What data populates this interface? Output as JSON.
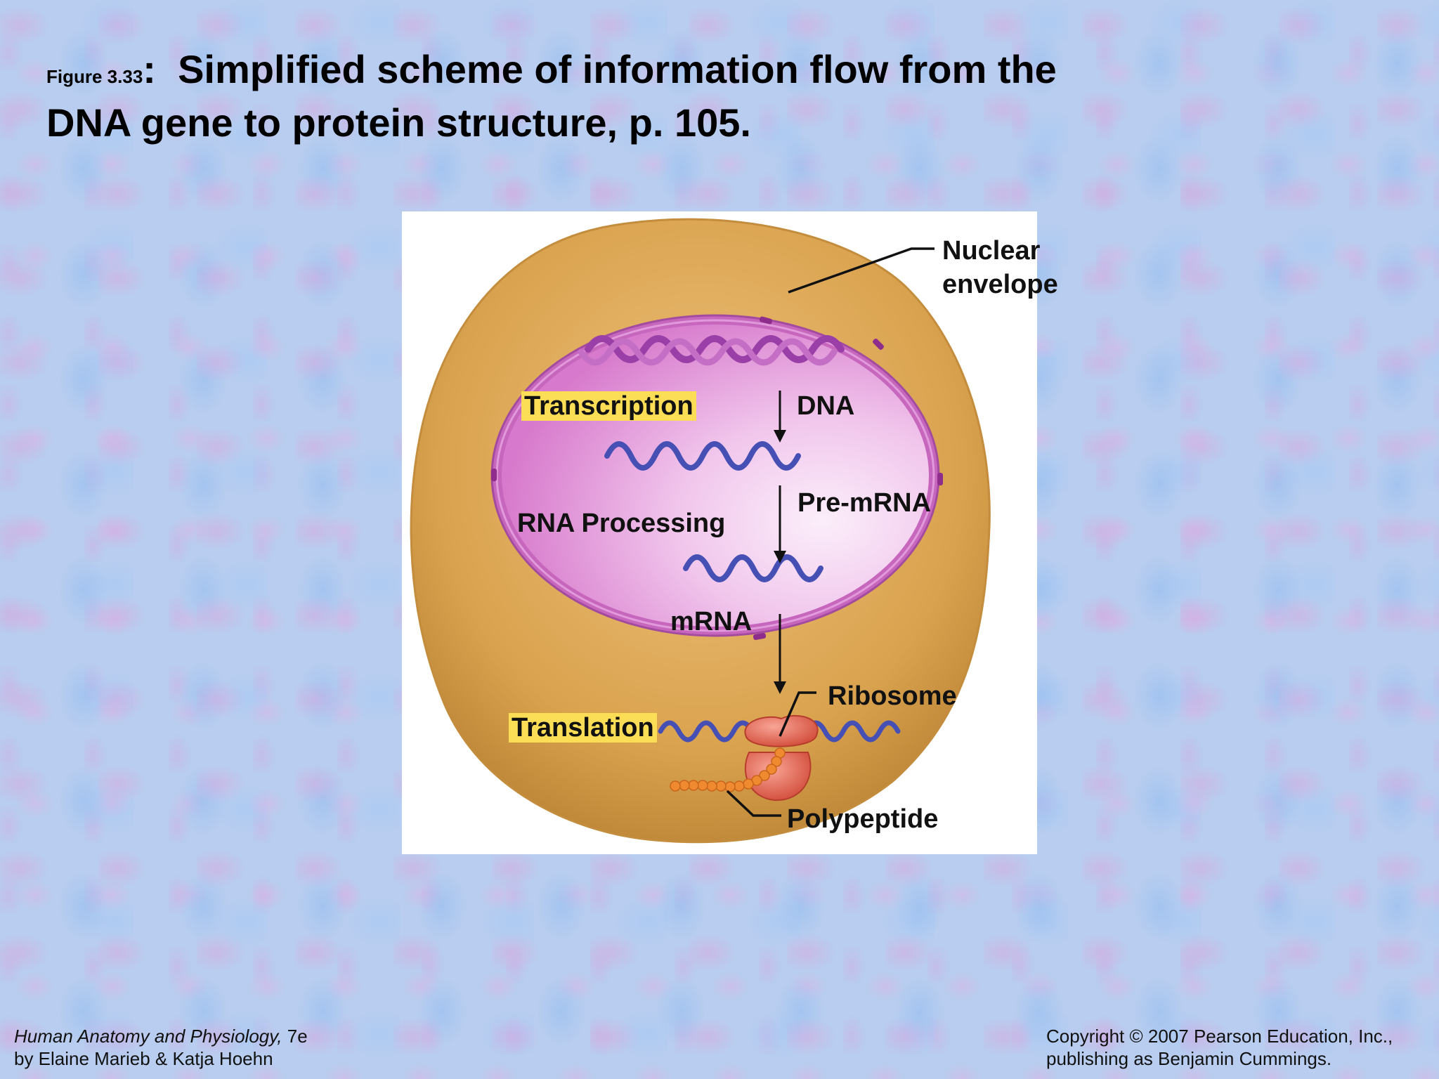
{
  "title": {
    "figure_ref": "Figure 3.33",
    "separator": ":",
    "text": "Simplified scheme of information flow from the DNA gene to protein structure, p. 105."
  },
  "diagram": {
    "labels": {
      "nuclear_envelope_line1": "Nuclear",
      "nuclear_envelope_line2": "envelope",
      "transcription": "Transcription",
      "dna": "DNA",
      "pre_mrna": "Pre-mRNA",
      "rna_processing": "RNA Processing",
      "mrna": "mRNA",
      "ribosome": "Ribosome",
      "translation": "Translation",
      "polypeptide": "Polypeptide"
    },
    "colors": {
      "cytoplasm": "#d9a24e",
      "nucleus": "#e39ad6",
      "nuclear_envelope": "#b24fb0",
      "dna_strand": "#9a3fa8",
      "rna_strand": "#4650b4",
      "ribosome": "#e8604a",
      "polypeptide": "#f08a30",
      "highlight": "#fbdd56"
    }
  },
  "footer": {
    "book_title": "Human Anatomy and Physiology,",
    "edition": " 7e",
    "authors": "by Elaine Marieb & Katja Hoehn",
    "copyright": "Copyright © 2007 Pearson Education, Inc.,",
    "publisher": "publishing as Benjamin Cummings."
  }
}
